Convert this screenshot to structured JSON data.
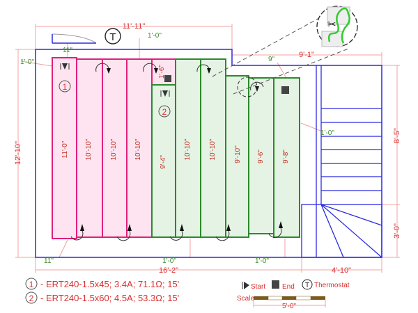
{
  "dimensions": {
    "top_width": "11'-11\"",
    "top_offset": "1'-0\"",
    "left_top_offset": "11\"",
    "left_offset": "1'-0\"",
    "right_upper_width": "9'-1\"",
    "right_offset": "9\"",
    "stair_offset": "1'-0\"",
    "left_height": "12'-10\"",
    "right_upper_height": "8'-5\"",
    "right_lower_height": "3'-0\"",
    "bottom_left_offset": "11\"",
    "bottom_mid_offset": "1'-0\"",
    "bottom_right_offset": "1'-0\"",
    "bottom_width": "16'-2\"",
    "stair_width": "4'-10\"",
    "notch_height": "1'-6\""
  },
  "strips": [
    "11'-0\"",
    "10'-10\"",
    "10'-10\"",
    "10'-10\"",
    "9'-4\"",
    "10'-10\"",
    "10'-10\"",
    "9'-10\"",
    "9'-6\"",
    "9'-8\""
  ],
  "zones": [
    {
      "number": "1",
      "spec": "- ERT240-1.5x45; 3.4A; 71.1Ω; 15'",
      "color": "#e0207a"
    },
    {
      "number": "2",
      "spec": "- ERT240-1.5x60; 4.5A; 53.3Ω; 15'",
      "color": "#2a8a2a"
    }
  ],
  "legend": {
    "start": "Start",
    "end": "End",
    "thermostat_symbol": "T",
    "thermostat": "Thermostat",
    "scale": "Scale",
    "scale_length": "5'-0\""
  },
  "colors": {
    "wall": "#2a2ae0",
    "zone1": "#e0207a",
    "zone2": "#2a8a2a",
    "dimension": "#f08080"
  }
}
